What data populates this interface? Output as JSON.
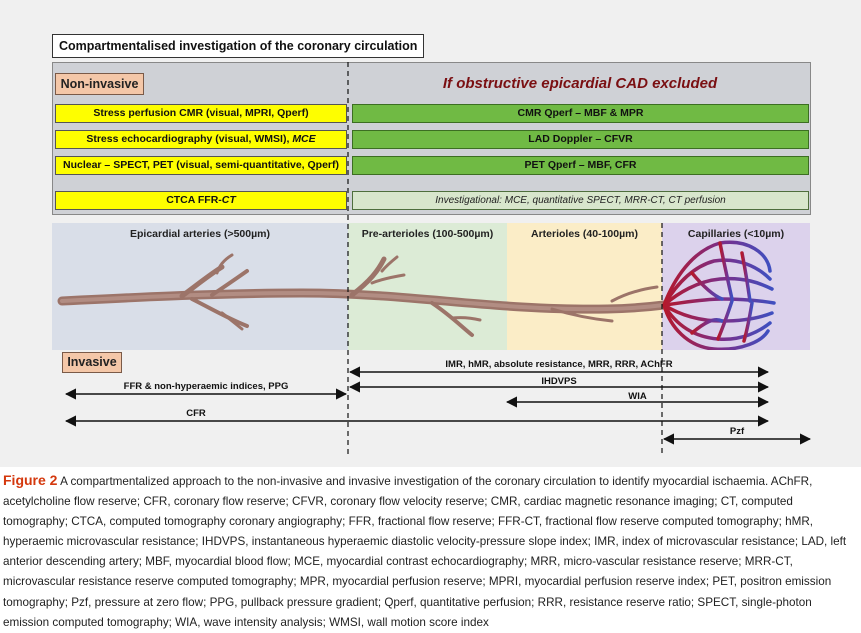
{
  "title": "Compartmentalised investigation of the coronary circulation",
  "non_invasive_label": "Non-invasive",
  "invasive_label": "Invasive",
  "headline": "If obstructive epicardial CAD excluded",
  "left_tests": [
    {
      "text": "Stress perfusion CMR (visual, MPRI, Qperf)",
      "italic": ""
    },
    {
      "text": "Stress echocardiography (visual, WMSI), ",
      "italic": "MCE"
    },
    {
      "text": "Nuclear – SPECT, PET (visual, semi-quantitative, Qperf)",
      "italic": ""
    },
    {
      "text": "CTCA FFR-",
      "italic": "CT"
    }
  ],
  "right_tests": [
    "CMR Qperf – MBF & MPR",
    "LAD Doppler – CFVR",
    "PET Qperf – MBF, CFR"
  ],
  "investigational": "Investigational: MCE, quantitative SPECT, MRR-CT, CT perfusion",
  "zones": {
    "epicardial": "Epicardial arteries (>500µm)",
    "prearterioles": "Pre-arterioles (100-500µm)",
    "arterioles": "Arterioles (40-100µm)",
    "capillaries": "Capillaries (<10µm)"
  },
  "zone_colors": {
    "epicardial": "#d9dee8",
    "prearterioles": "#dcebd6",
    "arterioles": "#fbedc7",
    "capillaries": "#dcd2ec"
  },
  "arrows": {
    "imr": "IMR, hMR, absolute resistance, MRR, RRR, AChFR",
    "ffr": "FFR & non-hyperaemic indices, PPG",
    "ihdvps": "IHDVPS",
    "wia": "WIA",
    "cfr": "CFR",
    "pzf": "Pzf"
  },
  "caption": {
    "figure_label": "Figure 2",
    "text": " A compartmentalized approach to the non-invasive and invasive investigation of the coronary circulation to identify myocardial ischaemia. AChFR, acetylcholine flow reserve; CFR, coronary flow reserve; CFVR, coronary flow velocity reserve; CMR, cardiac magnetic resonance imaging; CT, computed tomography; CTCA, computed tomography coronary angiography; FFR, fractional flow reserve; FFR-CT, fractional flow reserve computed tomography; hMR, hyperaemic microvascular resistance; IHDVPS, instantaneous hyperaemic diastolic velocity-pressure slope index; IMR, index of microvascular resistance; LAD, left anterior descending artery; MBF, myocardial blood flow; MCE, myocardial contrast echocardiography; MRR, micro-vascular resistance reserve; MRR-CT, microvascular resistance reserve computed tomography; MPR, myocardial perfusion reserve; MPRI, myocardial perfusion reserve index; PET, positron emission tomography; Pzf, pressure at zero flow; PPG, pullback pressure gradient; Qperf, quantitative perfusion; RRR, resistance reserve ratio; SPECT, single-photon emission computed tomography; WIA, wave intensity analysis; WMSI, wall motion score index"
  },
  "colors": {
    "yellow": "#fefe00",
    "green": "#70ba44",
    "tag": "#f4c7a8",
    "headline": "#7a0f12",
    "figure_label": "#d4380d"
  }
}
